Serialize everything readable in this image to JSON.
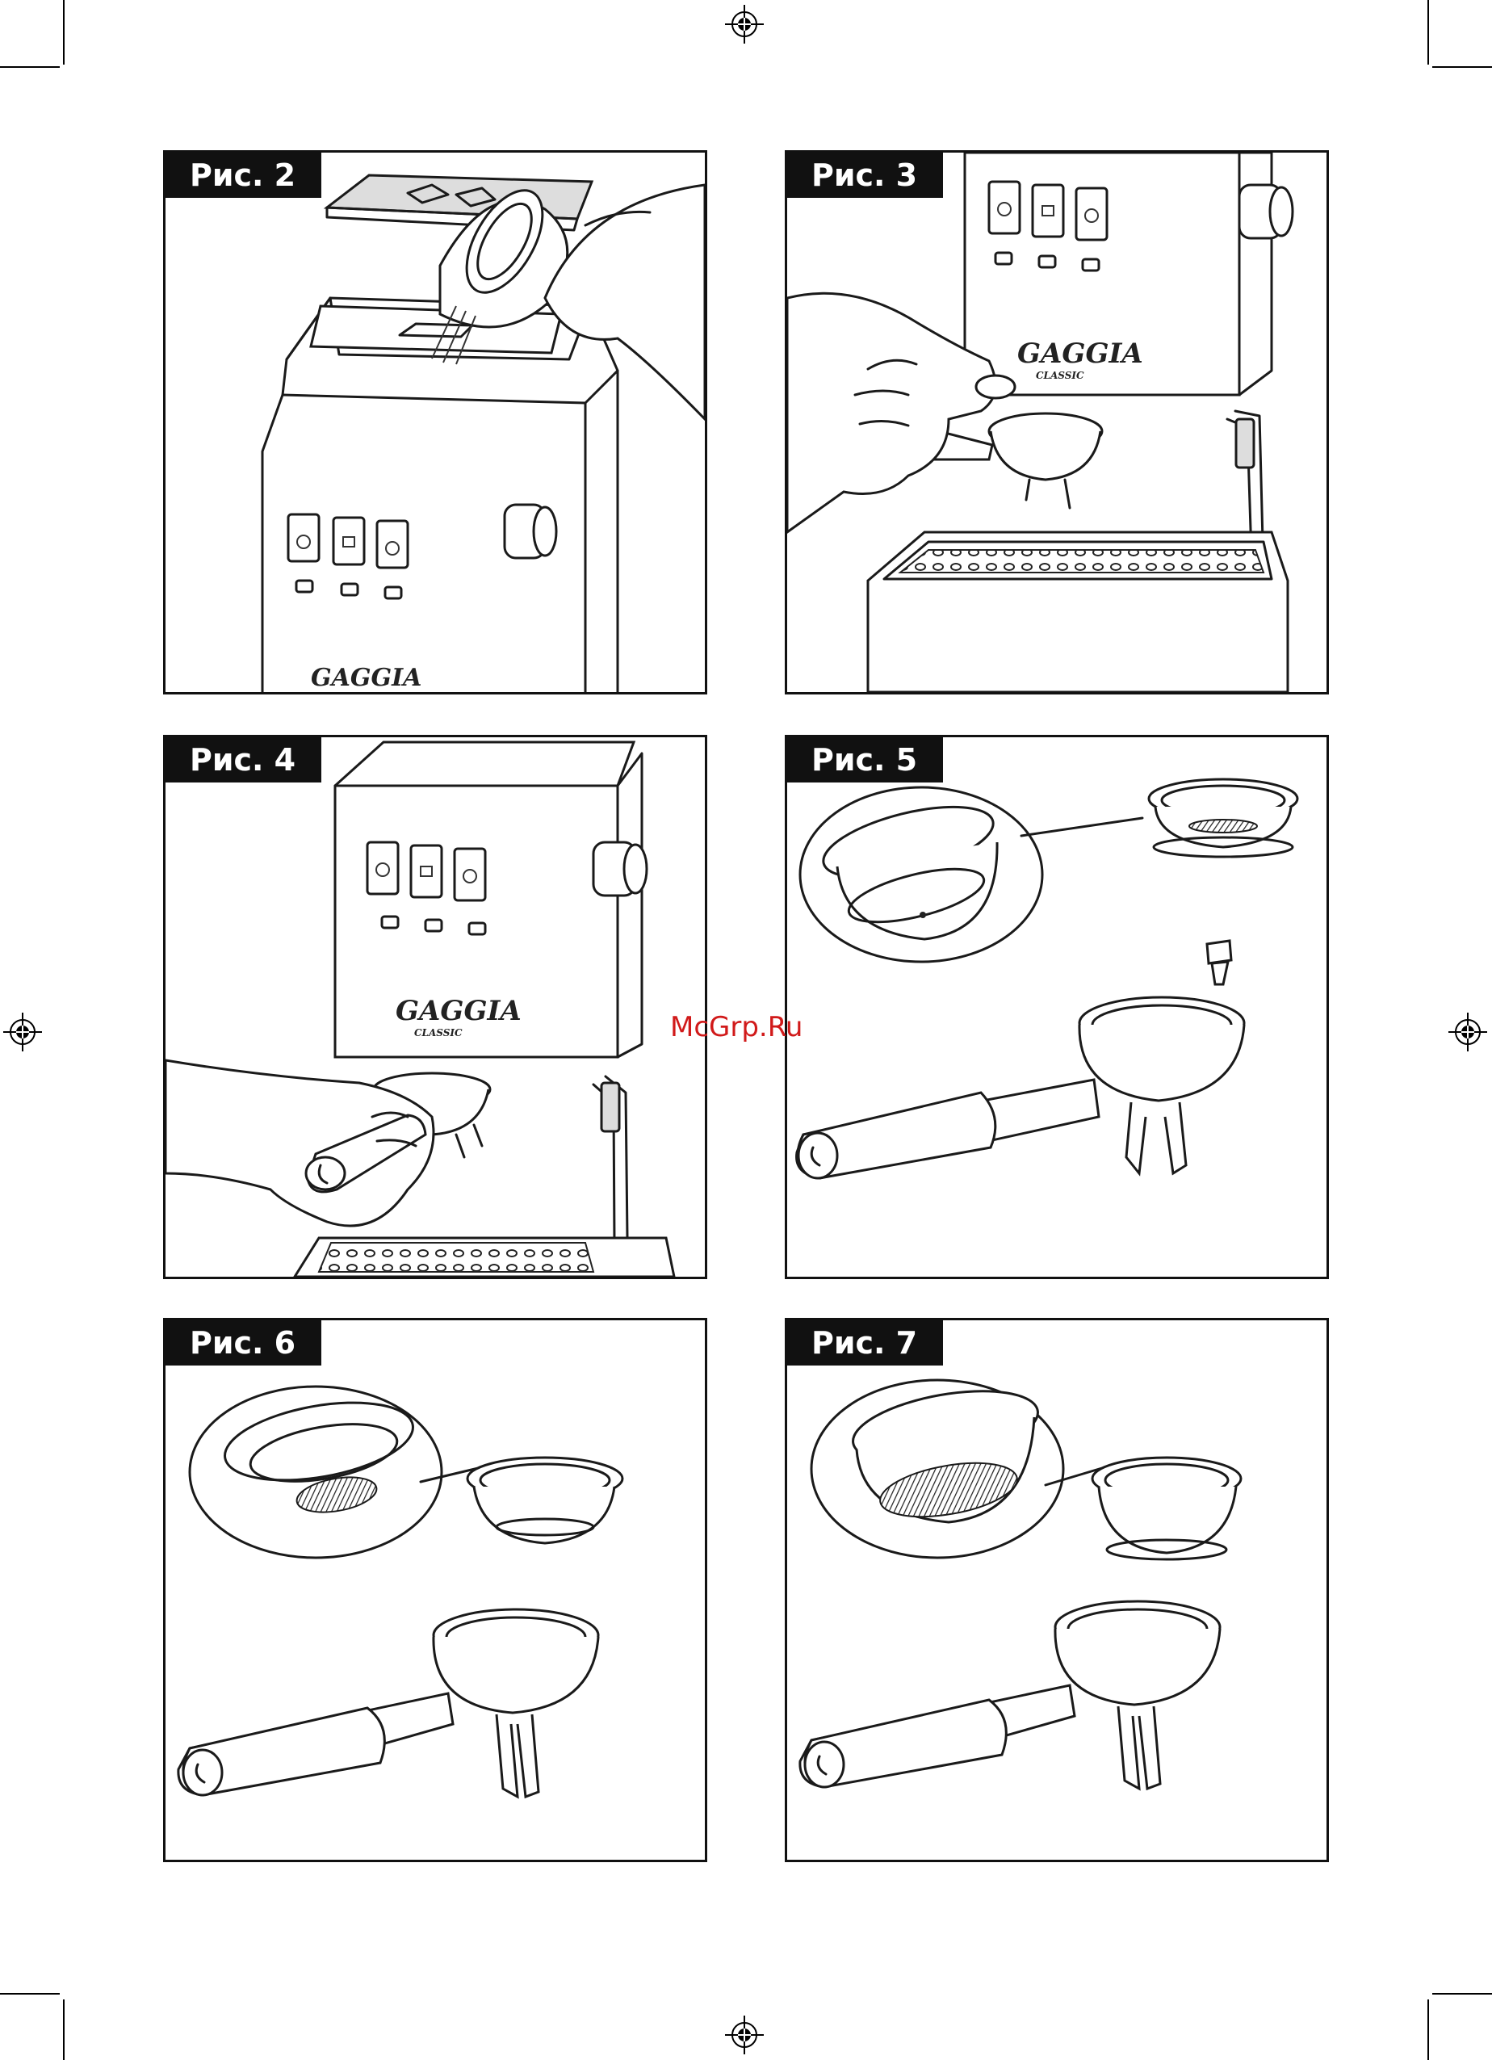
{
  "figures": [
    {
      "id": "fig2",
      "label": "Рис. 2",
      "logo": "GAGGIA"
    },
    {
      "id": "fig3",
      "label": "Рис. 3",
      "logo": "GAGGIA",
      "sub_logo": "CLASSIC"
    },
    {
      "id": "fig4",
      "label": "Рис. 4",
      "logo": "GAGGIA",
      "sub_logo": "CLASSIC"
    },
    {
      "id": "fig5",
      "label": "Рис. 5"
    },
    {
      "id": "fig6",
      "label": "Рис. 6"
    },
    {
      "id": "fig7",
      "label": "Рис. 7"
    }
  ],
  "watermark": "McGrp.Ru",
  "icons": [
    "registration-mark-icon",
    "crop-mark-icon",
    "power-switch-icon",
    "coffee-switch-icon",
    "steam-switch-icon"
  ]
}
